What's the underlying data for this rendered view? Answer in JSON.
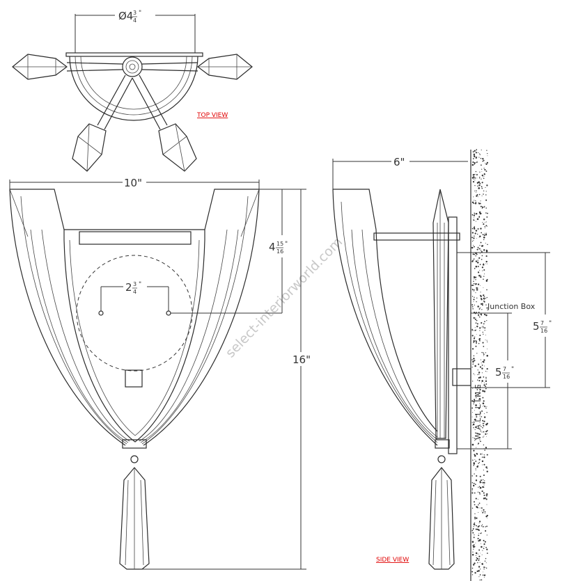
{
  "drawing": {
    "top_view_label": "TOP VIEW",
    "side_view_label": "SIDE VIEW",
    "watermark": "select-interiorworld.com",
    "junction_box_label": "Junction Box",
    "wall_label": "W A L L L I N E",
    "dimensions": {
      "canopy_diameter": {
        "whole": "Ø4",
        "num": "3",
        "den": "4",
        "unit": "\""
      },
      "width": "10\"",
      "top_to_box": {
        "whole": "4",
        "num": "15",
        "den": "16",
        "unit": "\""
      },
      "mount_spacing": {
        "whole": "2",
        "num": "3",
        "den": "4",
        "unit": "\""
      },
      "height": "16\"",
      "depth": "6\"",
      "box_upper": {
        "whole": "5",
        "num": "7",
        "den": "16",
        "unit": "\""
      },
      "box_lower": {
        "whole": "5",
        "num": "7",
        "den": "16",
        "unit": "\""
      }
    }
  }
}
